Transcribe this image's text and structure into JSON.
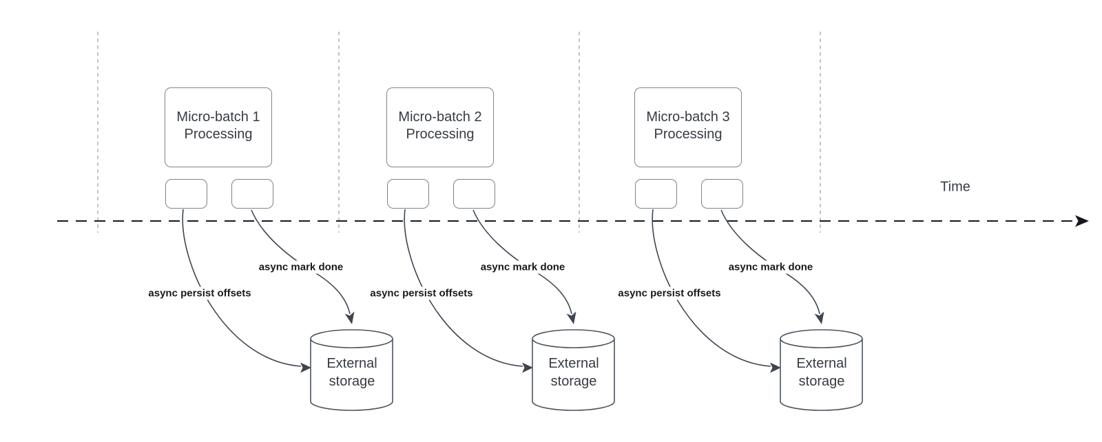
{
  "diagram": {
    "time_label": "Time",
    "groups": [
      {
        "title_line1": "Micro-batch 1",
        "title_line2": "Processing",
        "persist_label": "async persist offsets",
        "mark_done_label": "async mark done",
        "storage_line1": "External",
        "storage_line2": "storage"
      },
      {
        "title_line1": "Micro-batch 2",
        "title_line2": "Processing",
        "persist_label": "async persist offsets",
        "mark_done_label": "async mark done",
        "storage_line1": "External",
        "storage_line2": "storage"
      },
      {
        "title_line1": "Micro-batch 3",
        "title_line2": "Processing",
        "persist_label": "async persist offsets",
        "mark_done_label": "async mark done",
        "storage_line1": "External",
        "storage_line2": "storage"
      }
    ],
    "colors": {
      "shape_stroke": "#7d838b",
      "cylinder_stroke": "#4d545e",
      "connector": "#3f4550",
      "timeline": "#16181d",
      "guide": "#b2b5b9",
      "shape_text": "#363b42",
      "label_text": "#17191c"
    }
  }
}
